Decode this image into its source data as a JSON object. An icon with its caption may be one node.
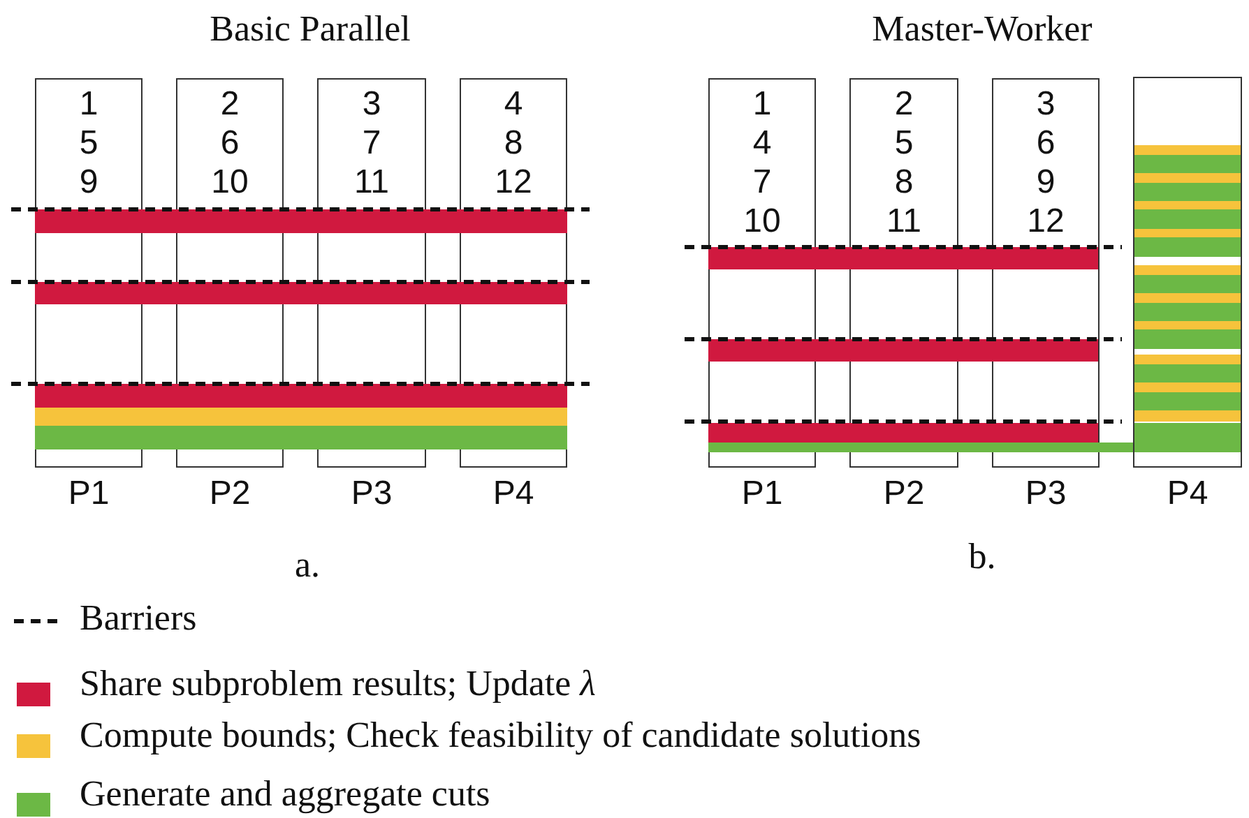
{
  "diagram": {
    "nodes": [
      {
        "text": [
          "1 5 9"
        ],
        "beside": [
          "P1"
        ]
      },
      {
        "text": [
          "2 6 10"
        ],
        "beside": [
          "P2"
        ]
      },
      {
        "text": [
          "3 7 11"
        ],
        "beside": [
          "P3"
        ]
      },
      {
        "text": [
          "4 8 12"
        ],
        "beside": [
          "P4"
        ]
      },
      {
        "text": [
          "1 4 7 10"
        ],
        "beside": [
          "P1"
        ]
      },
      {
        "text": [
          "2 5 8 11"
        ],
        "beside": [
          "P2"
        ]
      },
      {
        "text": [
          "3 6 9 12"
        ],
        "beside": [
          "P3"
        ]
      },
      {
        "text": [],
        "shape": "box",
        "beside": [
          "P4"
        ]
      }
    ],
    "labels": [
      "Basic Parallel",
      "Master-Worker",
      "a.",
      "b."
    ],
    "legend": [
      {
        "text": "Barriers"
      },
      {
        "text": "Share subproblem results; Update *λ*",
        "color": "#d0193f"
      },
      {
        "text": "Compute bounds; Check feasibility of candidate solutions",
        "color": "#f6c33c"
      },
      {
        "text": "Generate and aggregate cuts",
        "color": "#6cb845"
      }
    ]
  }
}
